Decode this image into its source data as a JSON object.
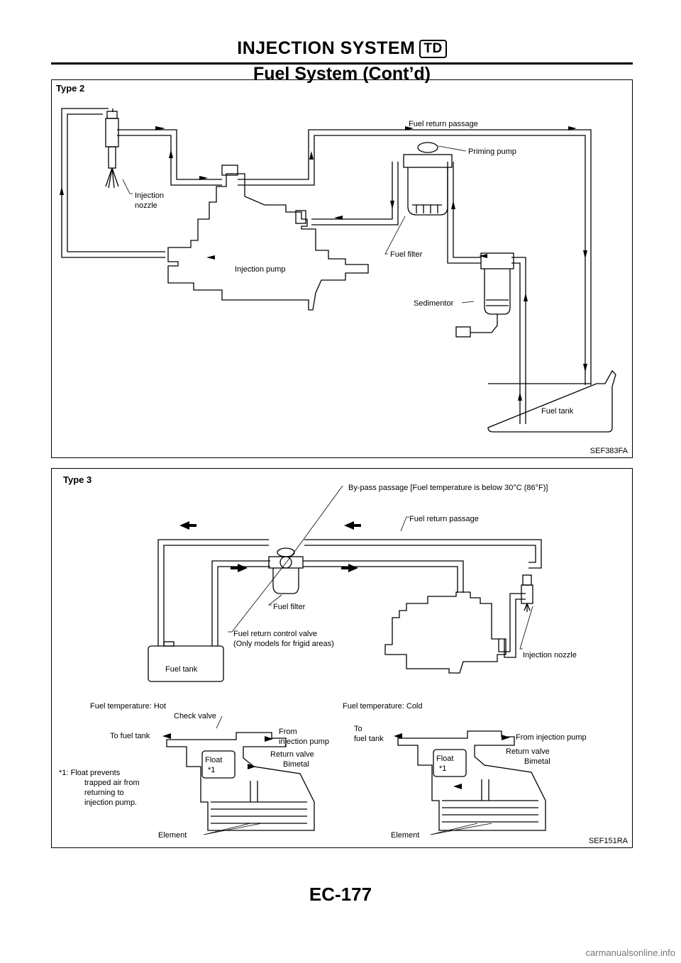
{
  "header": {
    "title": "INJECTION SYSTEM",
    "badge": "TD",
    "subtitle": "Fuel System (Cont’d)"
  },
  "type2": {
    "title": "Type 2",
    "labels": {
      "fuel_return_passage": "Fuel return passage",
      "priming_pump": "Priming pump",
      "injection": "Injection",
      "nozzle": "nozzle",
      "fuel_filter": "Fuel filter",
      "injection_pump": "Injection pump",
      "sedimentor": "Sedimentor",
      "fuel_tank": "Fuel tank"
    },
    "code": "SEF383FA"
  },
  "type3": {
    "title": "Type 3",
    "labels": {
      "bypass_passage": "By-pass passage [Fuel temperature is below 30°C (86°F)]",
      "fuel_return_passage": "Fuel return passage",
      "fuel_filter": "Fuel filter",
      "control_valve": "Fuel return control valve",
      "control_valve_note": "(Only models for frigid areas)",
      "fuel_tank": "Fuel tank",
      "injection_nozzle": "Injection nozzle",
      "temp_hot": "Fuel temperature: Hot",
      "temp_cold": "Fuel temperature: Cold",
      "check_valve": "Check valve",
      "to_fuel_tank": "To fuel tank",
      "to": "To",
      "fuel_tank_lc": "fuel tank",
      "from": "From",
      "injection_pump_lc": "injection pump",
      "from_injection_pump": "From injection pump",
      "return_valve": "Return valve",
      "bimetal": "Bimetal",
      "float": "Float",
      "star1": "*1",
      "note1": "*1: Float prevents",
      "note2": "trapped air from",
      "note3": "returning to",
      "note4": "injection pump.",
      "element": "Element"
    },
    "code": "SEF151RA"
  },
  "footer": {
    "page": "EC-177",
    "watermark": "carmanualsonline.info"
  }
}
